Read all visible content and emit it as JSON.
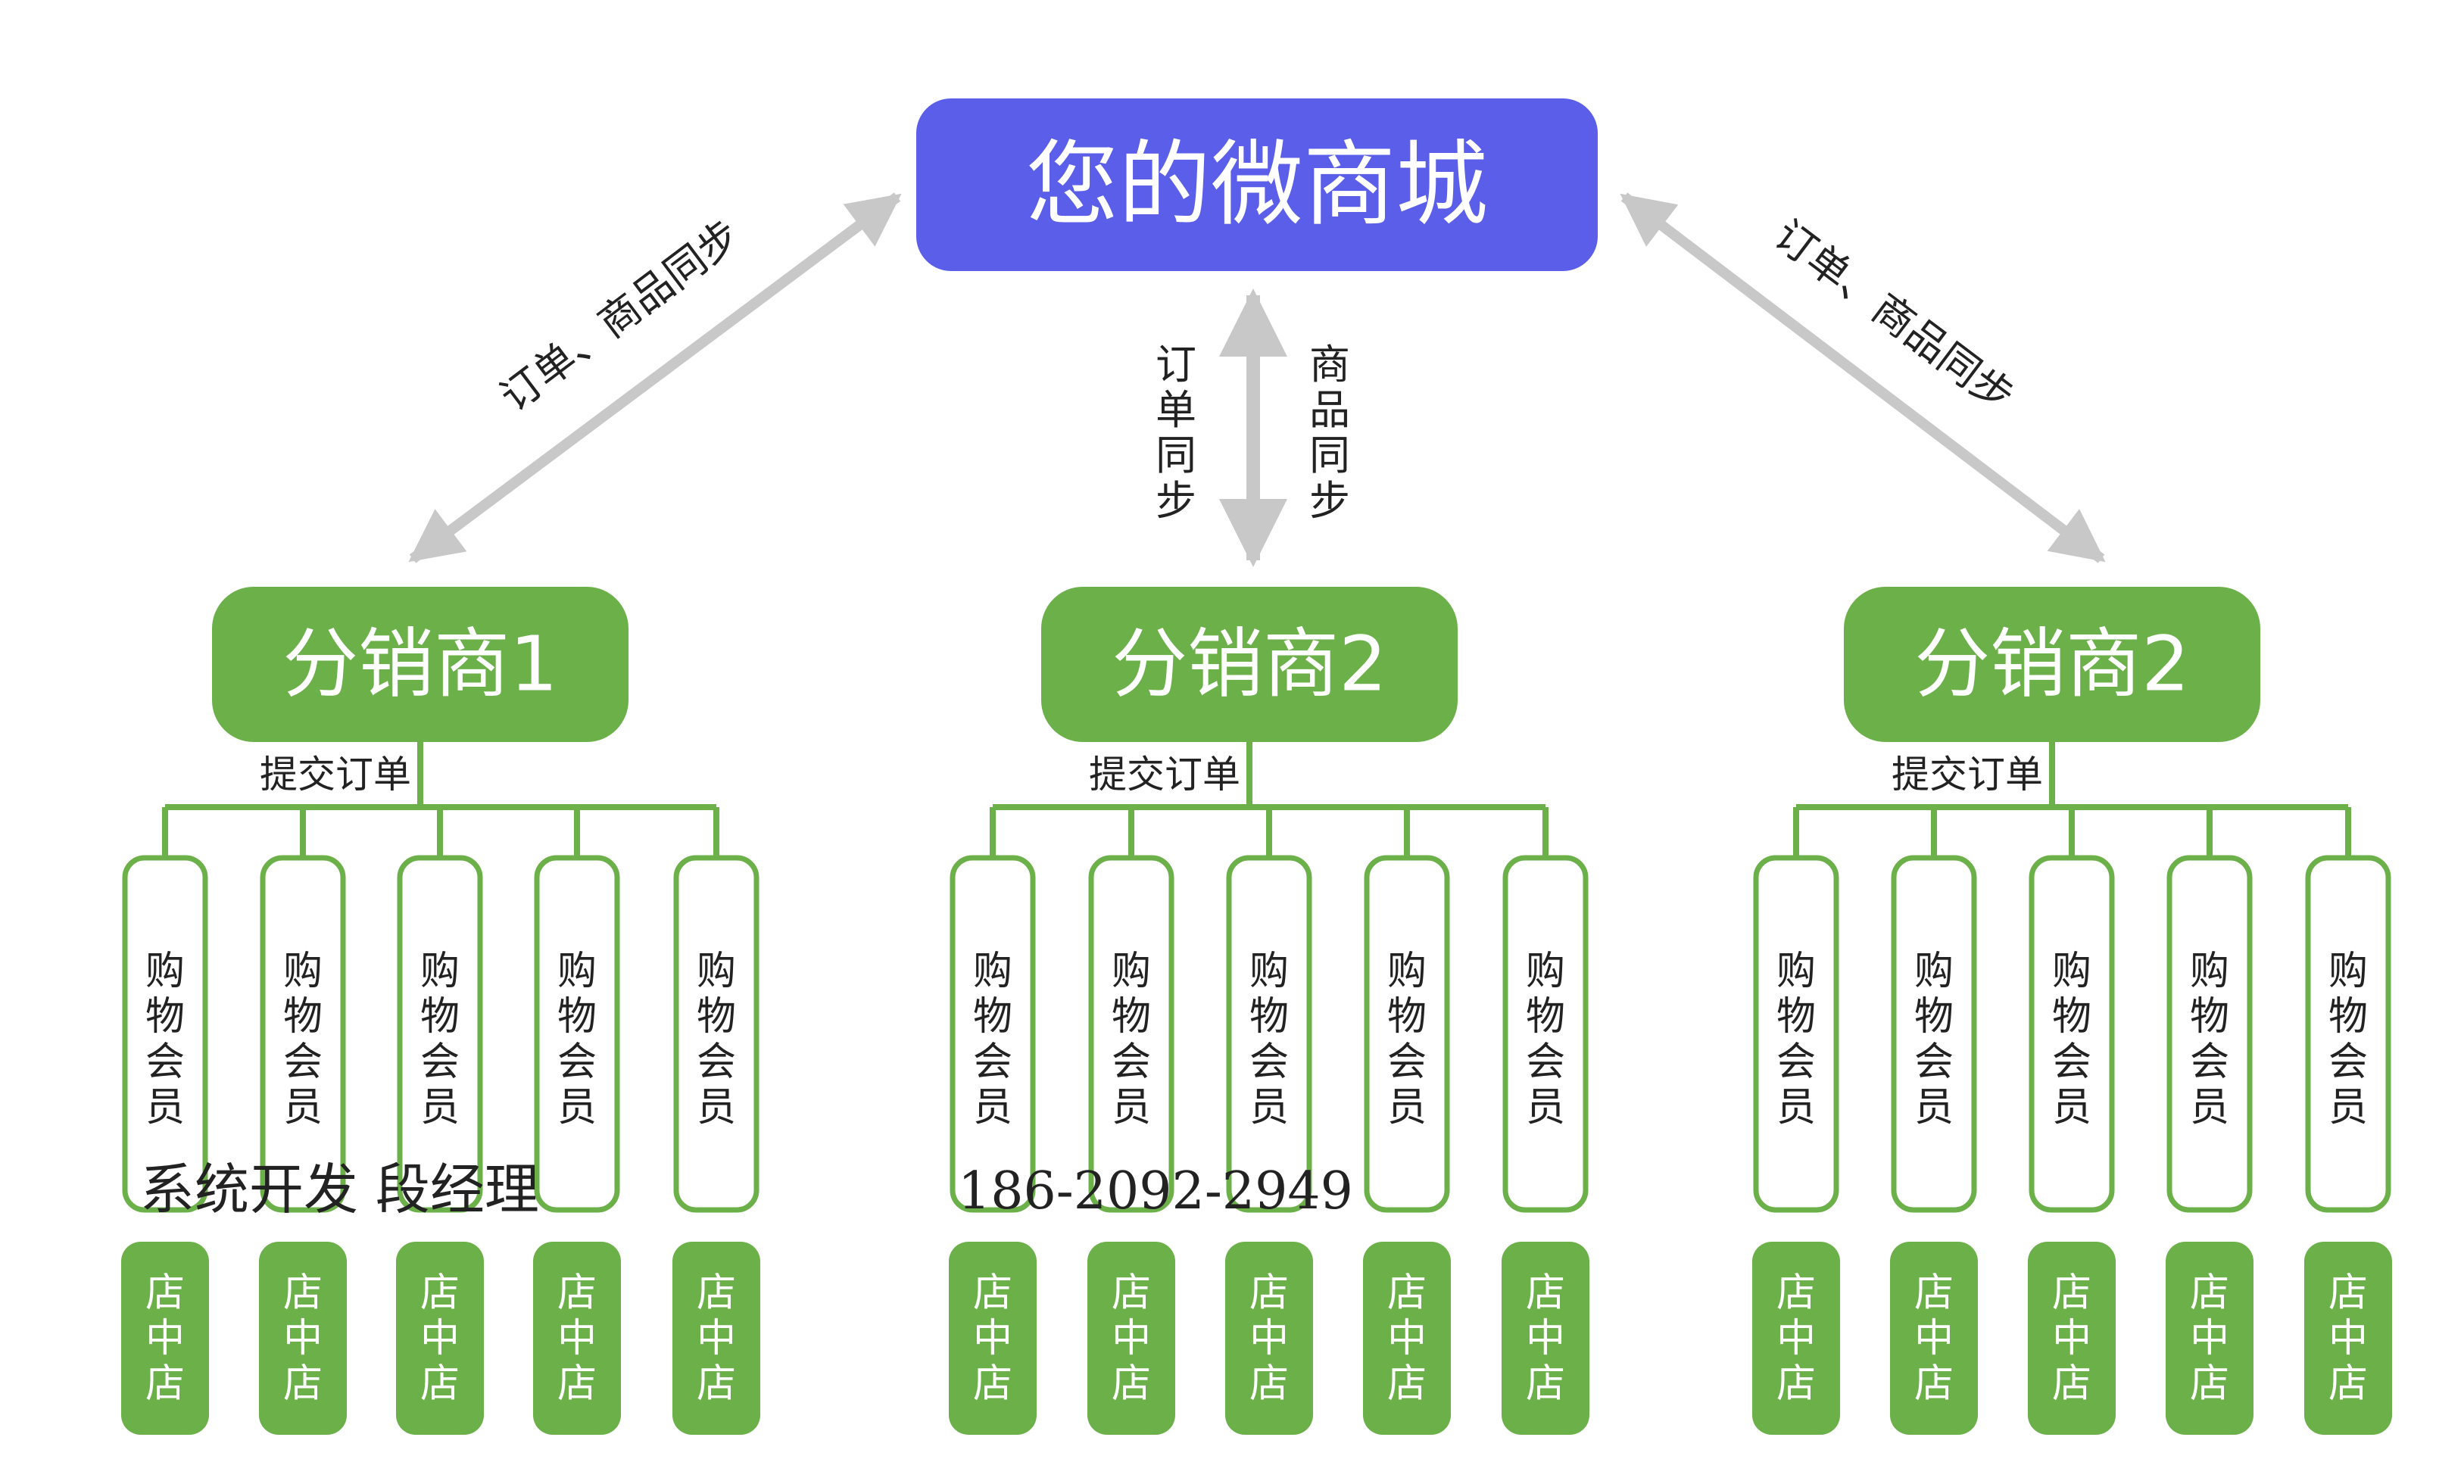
{
  "root": {
    "label": "您的微商城"
  },
  "diagonal_link_label": "订单、商品同步",
  "vertical_link_labels": {
    "left": "订单同步",
    "right": "商品同步"
  },
  "distributors": [
    {
      "label": "分销商1",
      "submit_label": "提交订单",
      "members": [
        "购物会员",
        "购物会员",
        "购物会员",
        "购物会员",
        "购物会员"
      ],
      "shops": [
        "店中店",
        "店中店",
        "店中店",
        "店中店",
        "店中店"
      ]
    },
    {
      "label": "分销商2",
      "submit_label": "提交订单",
      "members": [
        "购物会员",
        "购物会员",
        "购物会员",
        "购物会员",
        "购物会员"
      ],
      "shops": [
        "店中店",
        "店中店",
        "店中店",
        "店中店",
        "店中店"
      ]
    },
    {
      "label": "分销商2",
      "submit_label": "提交订单",
      "members": [
        "购物会员",
        "购物会员",
        "购物会员",
        "购物会员",
        "购物会员"
      ],
      "shops": [
        "店中店",
        "店中店",
        "店中店",
        "店中店",
        "店中店"
      ]
    }
  ],
  "watermark": {
    "developer": "系统开发 段经理",
    "phone": "186-2092-2949"
  },
  "colors": {
    "root_fill": "#5a5ee8",
    "node_green": "#6cb04a",
    "member_border": "#6cb04a",
    "arrow_gray": "#c8c8c8",
    "text_dark": "#222222",
    "white": "#ffffff"
  }
}
